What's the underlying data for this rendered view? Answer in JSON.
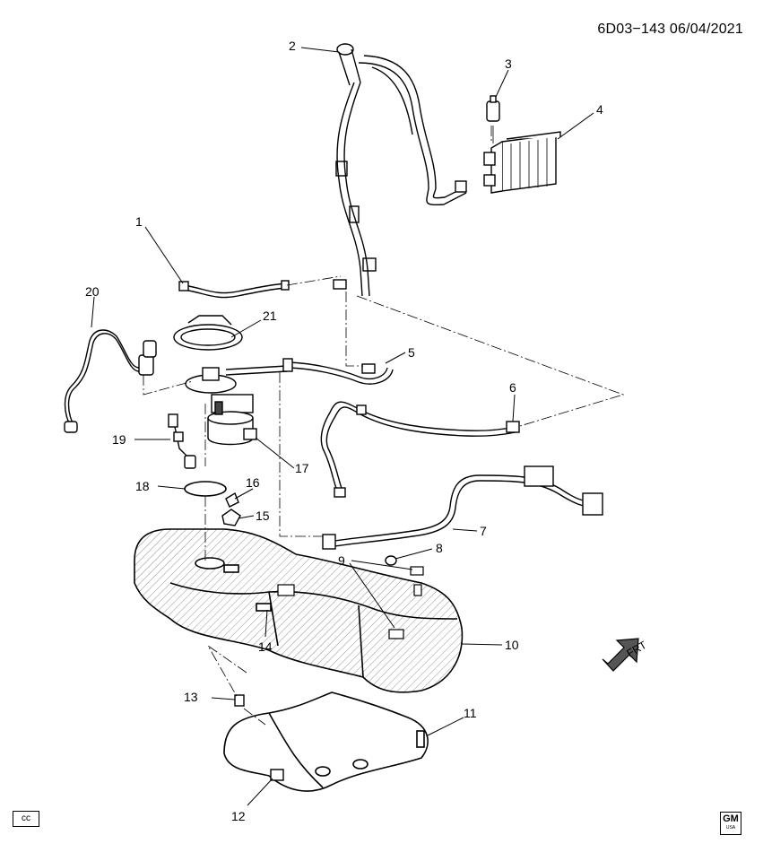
{
  "document": {
    "id_date": "6D03−143  06/04/2021"
  },
  "callouts": [
    {
      "id": "1",
      "label": "1"
    },
    {
      "id": "2",
      "label": "2"
    },
    {
      "id": "3",
      "label": "3"
    },
    {
      "id": "4",
      "label": "4"
    },
    {
      "id": "5",
      "label": "5"
    },
    {
      "id": "6",
      "label": "6"
    },
    {
      "id": "7",
      "label": "7"
    },
    {
      "id": "8",
      "label": "8"
    },
    {
      "id": "9",
      "label": "9"
    },
    {
      "id": "10",
      "label": "10"
    },
    {
      "id": "11",
      "label": "11"
    },
    {
      "id": "12",
      "label": "12"
    },
    {
      "id": "13",
      "label": "13"
    },
    {
      "id": "14",
      "label": "14"
    },
    {
      "id": "15",
      "label": "15"
    },
    {
      "id": "16",
      "label": "16"
    },
    {
      "id": "17",
      "label": "17"
    },
    {
      "id": "18",
      "label": "18"
    },
    {
      "id": "19",
      "label": "19"
    },
    {
      "id": "20",
      "label": "20"
    },
    {
      "id": "21",
      "label": "21"
    }
  ],
  "direction_indicator": {
    "label": "FRT"
  },
  "badges": {
    "cc": "cc",
    "logo_text": "GM",
    "logo_sub": "USA"
  }
}
